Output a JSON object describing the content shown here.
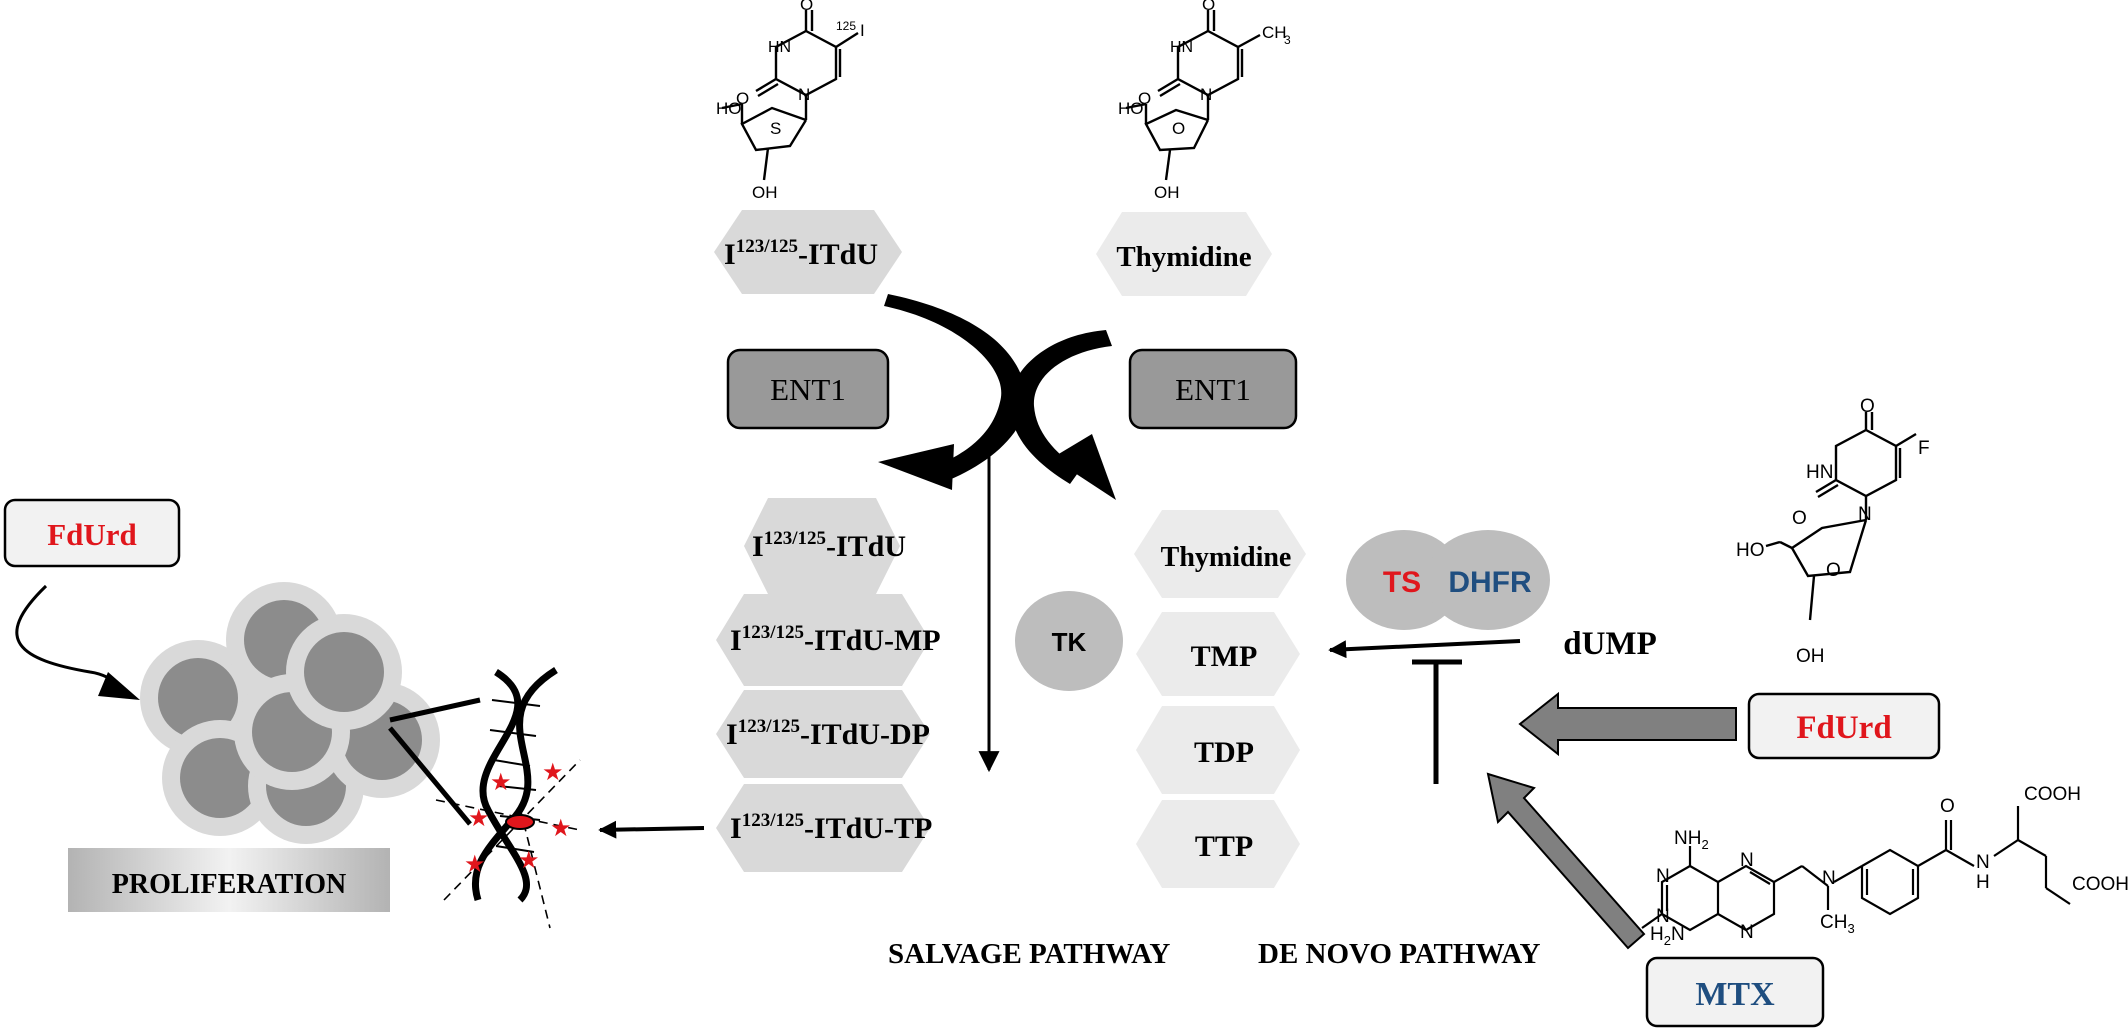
{
  "colors": {
    "red_label": "#e0161c",
    "blue_label": "#1f4e80",
    "box_dark": "#999999",
    "box_light": "#f2f2f2",
    "hexagon": "#d9d9d9",
    "hexagon_light": "#ebebeb",
    "enzyme_circle": "#bdbdbd",
    "arrow_gray": "#808080",
    "cell_outer": "#d9d9d9",
    "cell_inner": "#8c8c8c"
  },
  "icons": {
    "molecules": [
      "iodothymidine-structure",
      "thymidine-structure",
      "fluorodeoxyuridine-structure",
      "methotrexate-structure"
    ],
    "dna": "dna-helix-icon",
    "cells": "cell-cluster-icon"
  },
  "molecules": {
    "itdu": {
      "iodine_mass": "125",
      "iodine": "I",
      "oxygen": "O",
      "nh": "HN",
      "n": "N",
      "ho": "HO",
      "s": "S",
      "oh": "OH"
    },
    "thymidine": {
      "methyl": "CH",
      "methyl_sub": "3",
      "oxygen": "O",
      "nh": "HN",
      "n": "N",
      "ho": "HO",
      "ring_o": "O",
      "oh": "OH"
    },
    "fdurd": {
      "fluorine": "F",
      "oxygen": "O",
      "nh": "HN",
      "n": "N",
      "ho": "HO",
      "ring_o": "O",
      "oh": "OH"
    },
    "mtx": {
      "nh2_top": "NH",
      "nh2_top_sub": "2",
      "nh2_left": "H",
      "nh2_left_sub": "2",
      "nh2_left_n": "N",
      "ring_n": "N",
      "n_methyl": "N",
      "methyl": "CH",
      "methyl_sub": "3",
      "carbonyl_o": "O",
      "amide_nh": "N",
      "amide_h": "H",
      "cooh_top": "COOH",
      "cooh_right": "COOH"
    }
  },
  "top": {
    "itdu_sup": "123/125",
    "itdu_label": "-ITdU",
    "thymidine_label": "Thymidine"
  },
  "transporters": {
    "left": "ENT1",
    "right": "ENT1"
  },
  "salvage": {
    "items": [
      {
        "sup": "123/125",
        "label": "-ITdU"
      },
      {
        "sup": "123/125",
        "label": "-ITdU-MP"
      },
      {
        "sup": "123/125",
        "label": "-ITdU-DP"
      },
      {
        "sup": "123/125",
        "label": "-ITdU-TP"
      }
    ],
    "prefix": "I"
  },
  "thymidine_path": {
    "items": [
      "Thymidine",
      "TMP",
      "TDP",
      "TTP"
    ]
  },
  "enzymes": {
    "tk": "TK",
    "ts": "TS",
    "dhfr": "DHFR",
    "dump": "dUMP"
  },
  "inhibitors": {
    "fdurd_right": "FdUrd",
    "fdurd_left": "FdUrd",
    "mtx": "MTX"
  },
  "footer": {
    "salvage_label": "SALVAGE PATHWAY",
    "denovo_label": "DE NOVO PATHWAY",
    "proliferation": "PROLIFERATION"
  }
}
